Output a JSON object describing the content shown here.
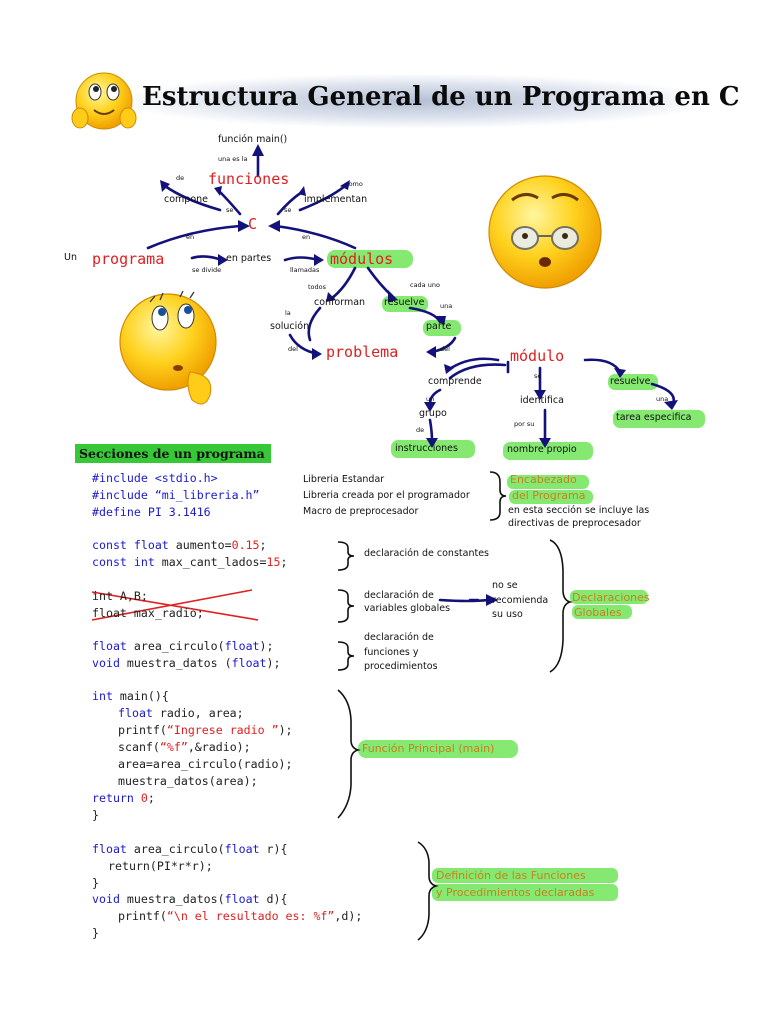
{
  "header": {
    "title": "Estructura General de un Programa en C"
  },
  "mindmap": {
    "funcion_main": "función main()",
    "una_es_la": "una es la",
    "de_1": "de",
    "funciones": "funciones",
    "como": "como",
    "compone": "compone",
    "implementan": "implementan",
    "se_1": "se",
    "se_2": "se",
    "c": "C",
    "en_1": "en",
    "en_2": "en",
    "un": "Un",
    "programa": "programa",
    "se_divide": "se divide",
    "en_partes": "en partes",
    "llamadas": "llamadas",
    "modulos": "módulos",
    "todos": "todos",
    "conforman": "conforman",
    "cada_uno": "cada uno",
    "resuelve_1": "resuelve",
    "una_1": "una",
    "la": "la",
    "solucion": "solución",
    "parte": "parte",
    "del_1": "del",
    "problema": "problema",
    "del_2": "del",
    "modulo": "módulo",
    "comprende": "comprende",
    "se_3": "se",
    "identifica": "identifica",
    "resuelve_2": "resuelve",
    "un_2": "un",
    "una_2": "una",
    "grupo": "grupo",
    "por_su": "por su",
    "tarea_especifica": "tarea especifica",
    "de_2": "de",
    "instrucciones": "instrucciones",
    "nombre_propio": "nombre propio"
  },
  "section_title": "Secciones de un programa",
  "code": {
    "inc1": "#include <stdio.h>",
    "inc2": "#include “mi_libreria.h”",
    "def": "#define PI 3.1416",
    "c1_kw": "const float",
    "c1_rest": " aumento=",
    "c1_num": "0.15",
    "c1_end": ";",
    "c2_kw": "const int",
    "c2_rest": " max_cant_lados=",
    "c2_num": "15",
    "c2_end": ";",
    "g1": "int A,B;",
    "g2": "float max_radio;",
    "p1_kw": "float",
    "p1_rest": " area_circulo(",
    "p1_kw2": "float",
    "p1_end": ");",
    "p2_kw": "void",
    "p2_rest": " muestra_datos (",
    "p2_kw2": "float",
    "p2_end": ");",
    "m1_kw": "int",
    "m1_rest": " main(){",
    "m2_kw": "float",
    "m2_rest": " radio, area;",
    "m3_a": "printf(",
    "m3_str": "“Ingrese radio ”",
    "m3_end": ");",
    "m4_a": "scanf(",
    "m4_str": "“%f”",
    "m4_end": ",&radio);",
    "m5": "area=area_circulo(radio);",
    "m6": "muestra_datos(area);",
    "m7_kw": "return",
    "m7_num": "0",
    "m7_end": ";",
    "m8": "}",
    "f1_kw": "float",
    "f1_rest": " area_circulo(",
    "f1_kw2": "float",
    "f1_end": " r){",
    "f2": "return(PI*r*r);",
    "f3": "}",
    "f4_kw": "void",
    "f4_rest": " muestra_datos(",
    "f4_kw2": "float",
    "f4_end": " d){",
    "f5_a": "printf(",
    "f5_str": "“\\n el resultado es: %f”",
    "f5_end": ",d);",
    "f6": "}"
  },
  "notes": {
    "lib_estandar": "Libreria Estandar",
    "lib_prog": "Libreria creada por el programador",
    "macro": "Macro de preprocesador",
    "encabezado_1": "Encabezado",
    "encabezado_2": "del Programa",
    "encabezado_desc_1": "en esta sección se incluye las",
    "encabezado_desc_2": "directivas de preprocesador",
    "decl_const": "declaración de constantes",
    "decl_vars_1": "declaración de",
    "decl_vars_2": "variables globales",
    "no_se_1": "no se",
    "no_se_2": "recomienda",
    "no_se_3": "su uso",
    "decl_glob_1": "Declaraciones",
    "decl_glob_2": "Globales",
    "decl_func_1": "declaración de",
    "decl_func_2": "funciones y",
    "decl_func_3": "procedimientos",
    "func_principal": "Función Principal (main)",
    "def_func_1": "Definición de las Funciones",
    "def_func_2": "y Procedimientos declaradas"
  },
  "colors": {
    "arrow": "#12127a",
    "keyword": "#1a1ad0",
    "string": "#e02020",
    "highlight": "#7fe86a",
    "orange": "#c7811f",
    "section_bg": "#37c837"
  }
}
